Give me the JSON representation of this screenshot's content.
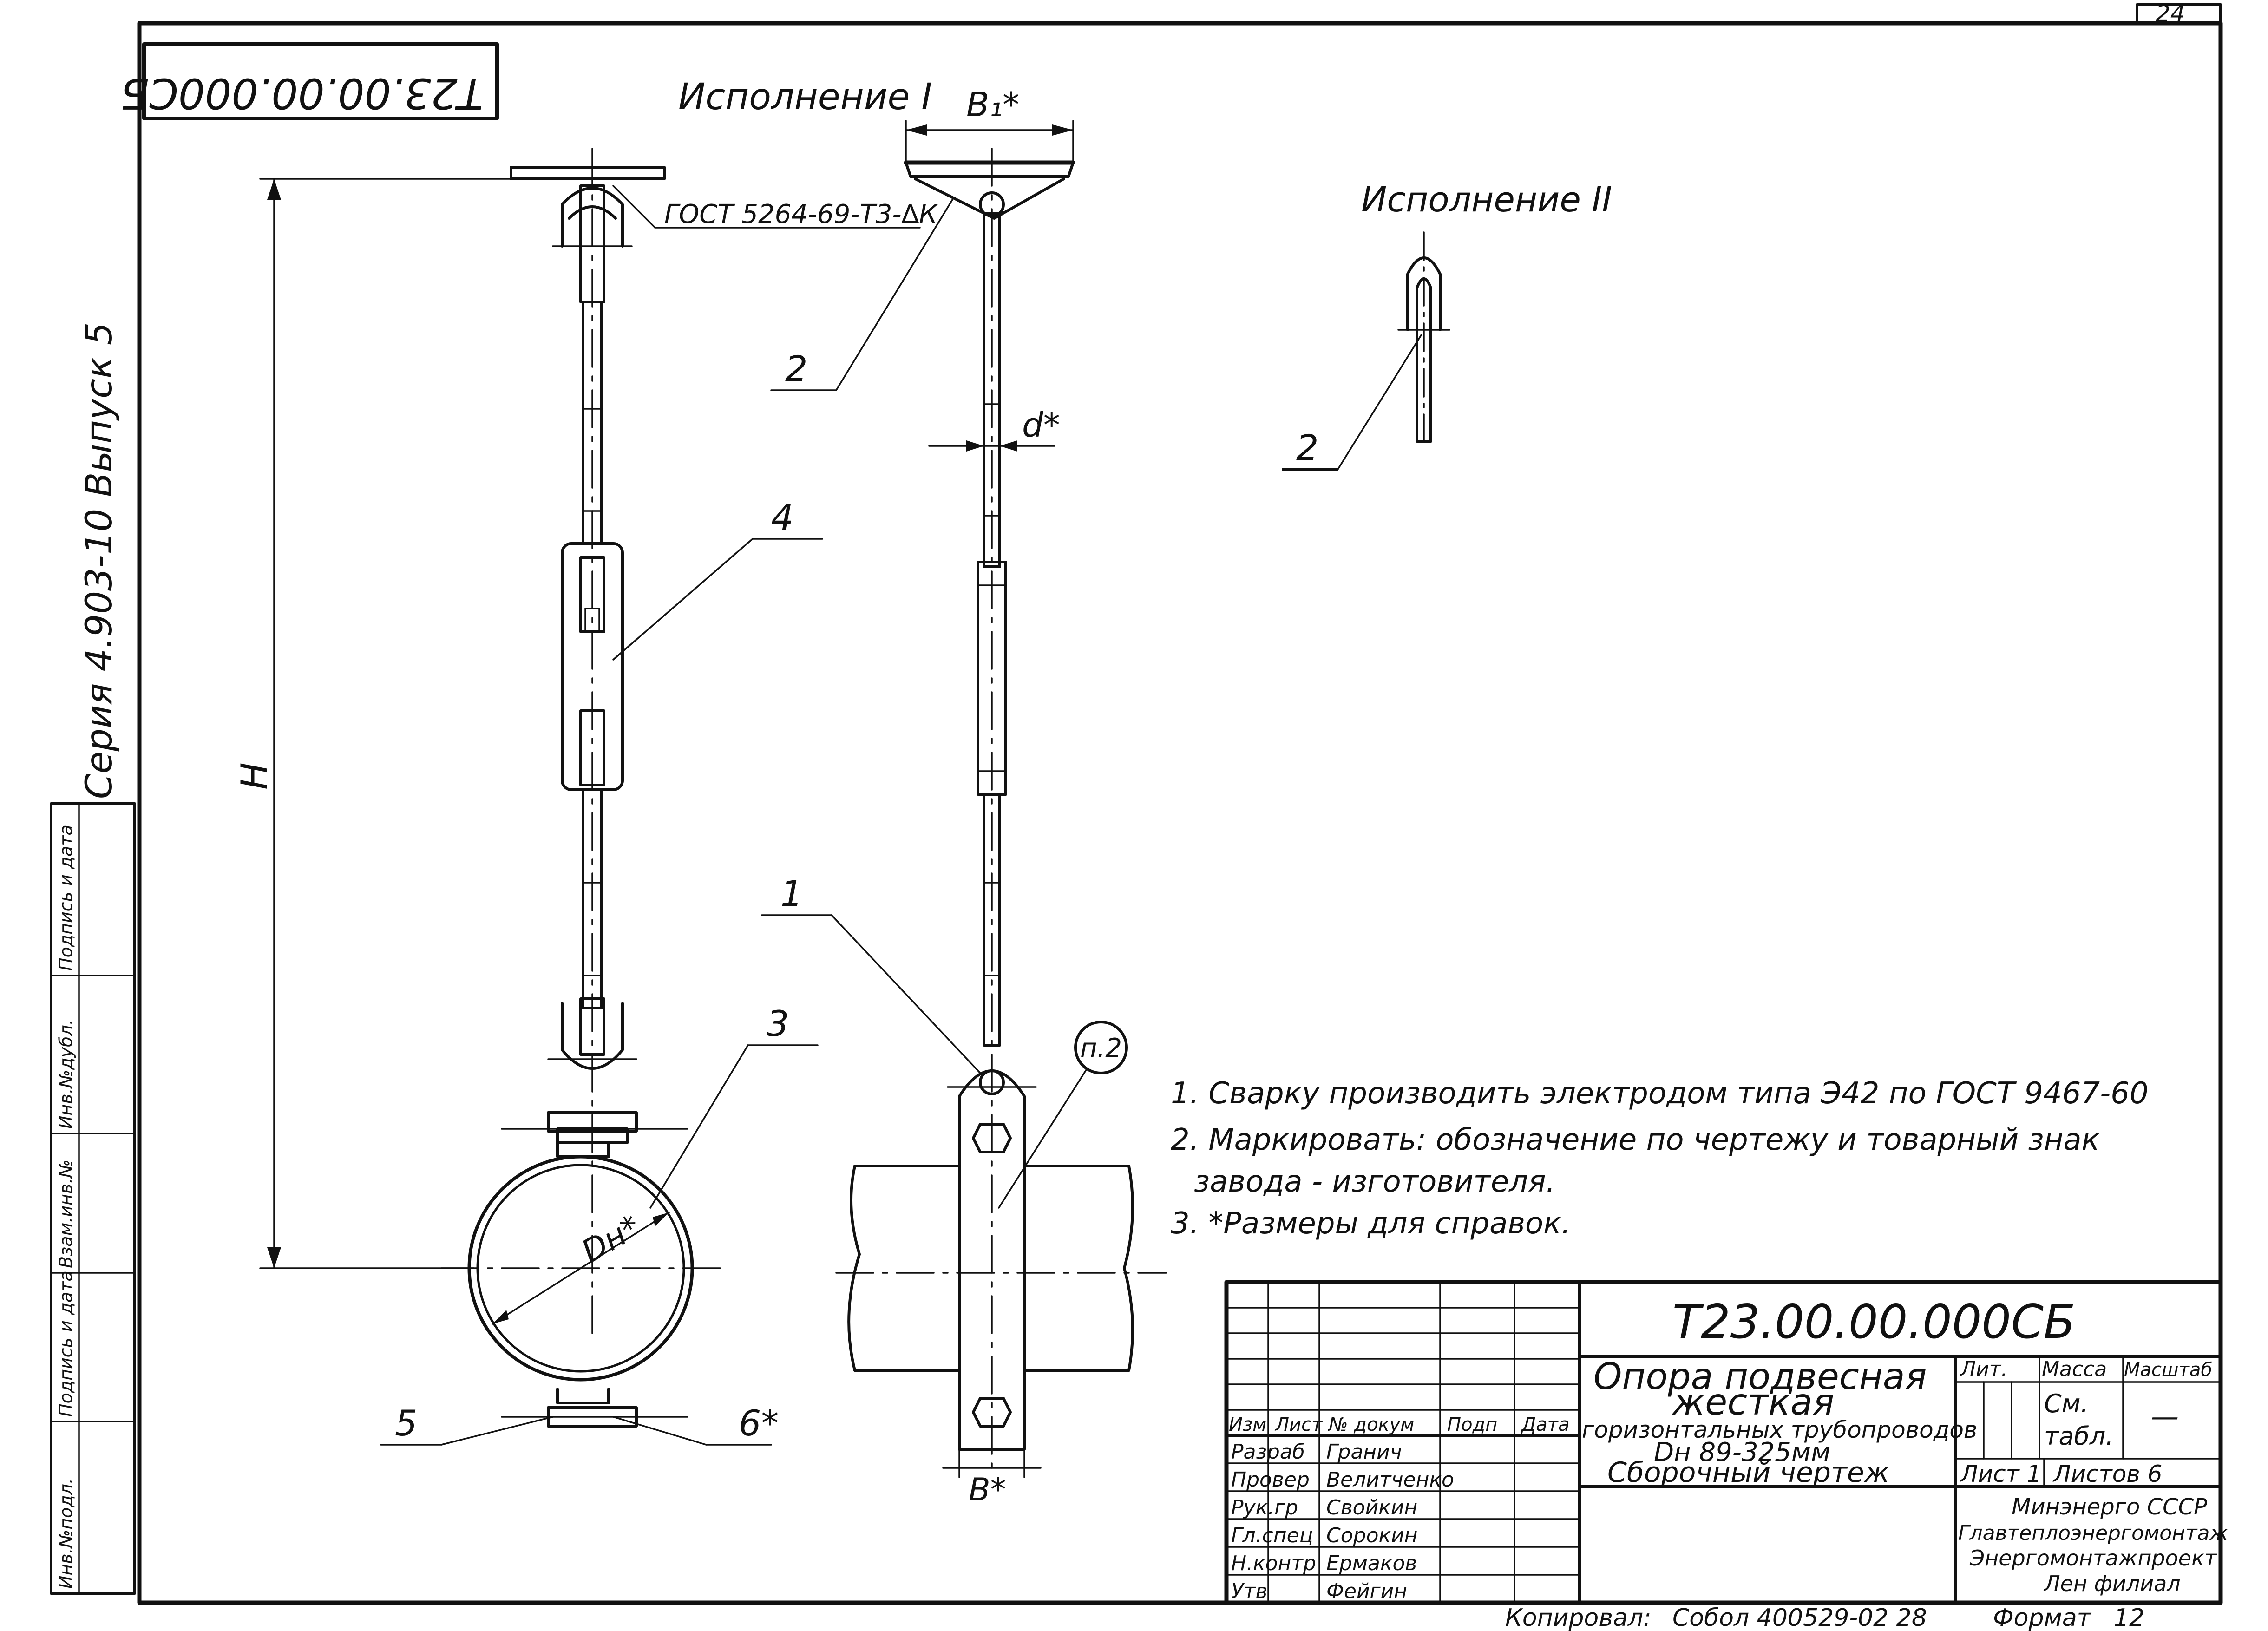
{
  "sheet": {
    "number": "24",
    "code_rotated": "Т23.00.00.000СБ",
    "series": "Серия 4.903-10 Выпуск 5"
  },
  "side_stamp": {
    "cells": [
      "Инв.№подл.",
      "Подпись и дата",
      "Взам.инв.№",
      "Инв.№дубл.",
      "Подпись и дата"
    ]
  },
  "views": {
    "execution_1": "Исполнение I",
    "execution_2": "Исполнение II"
  },
  "labels": {
    "gost_weld": "ГОСТ 5264-69-Т3-∆К",
    "dim_H": "H",
    "dim_B1": "В₁*",
    "dim_d": "d*",
    "dim_Dn": "Dн*",
    "dim_B": "В*",
    "note_ref": "п.2",
    "pos_1": "1",
    "pos_2a": "2",
    "pos_2b": "2",
    "pos_3": "3",
    "pos_4": "4",
    "pos_5": "5",
    "pos_6": "6*"
  },
  "notes": [
    "1. Сварку производить электродом типа Э42 по ГОСТ 9467-60",
    "2. Маркировать: обозначение по чертежу и товарный знак",
    "завода - изготовителя.",
    "3. *Размеры для справок."
  ],
  "title_block": {
    "designation": "Т23.00.00.000СБ",
    "title_1": "Опора подвесная",
    "title_2": "жесткая",
    "title_3": "горизонтальных трубопроводов",
    "title_4": "Dн 89-325мм",
    "title_5": "Сборочный чертеж",
    "col_headers": [
      "Изм",
      "Лист",
      "№ докум",
      "Подп",
      "Дата"
    ],
    "rows": [
      {
        "role": "Разраб",
        "name": "Гранич"
      },
      {
        "role": "Провер",
        "name": "Велитченко"
      },
      {
        "role": "Рук.гр",
        "name": "Свойкин"
      },
      {
        "role": "Гл.спец",
        "name": "Сорокин"
      },
      {
        "role": "Н.контр",
        "name": "Ермаков"
      },
      {
        "role": "Утв",
        "name": "Фейгин"
      }
    ],
    "lit_header": "Лит.",
    "mass_header": "Масса",
    "scale_header": "Масштаб",
    "mass_value_1": "См.",
    "mass_value_2": "табл.",
    "scale_value": "—",
    "sheet_label": "Лист 1",
    "sheets_label": "Листов 6",
    "org_1": "Минэнерго СССР",
    "org_2": "Главтеплоэнергомонтаж",
    "org_3": "Энергомонтажпроект",
    "org_4": "Лен филиал"
  },
  "footer": {
    "copied": "Копировал:",
    "order": "Собол 400529-02 28",
    "format_label": "Формат",
    "format_value": "12"
  }
}
